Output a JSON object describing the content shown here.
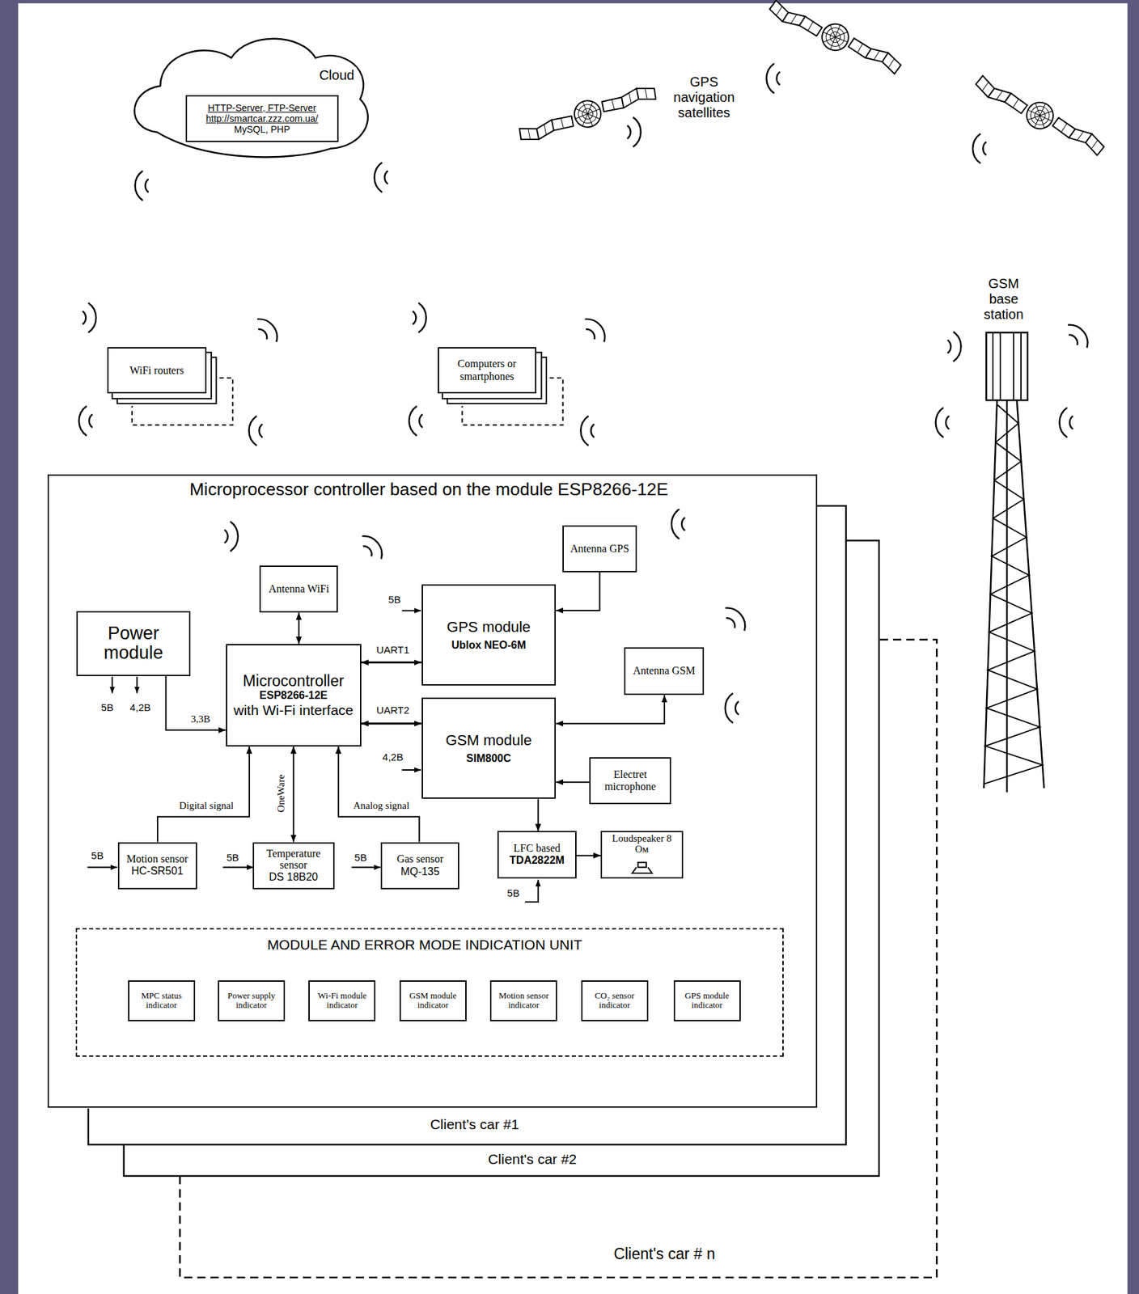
{
  "diagram": {
    "nodes": [
      {
        "text": [
          "Cloud"
        ]
      },
      {
        "text": [
          "HTTP-Server, FTP-Server",
          "http://smartcar.zzz.com.ua/",
          "MySQL, PHP"
        ],
        "in": 0
      },
      {
        "text": [
          "WiFi routers"
        ]
      },
      {
        "text": [
          "Computers or smartphones"
        ]
      },
      {
        "text": [
          "Client's car # n"
        ]
      },
      {
        "text": [
          "Client's car #2"
        ]
      },
      {
        "text": [
          "Client's car #1"
        ]
      },
      {
        "text": [
          "Microprocessor controller based on the module ESP8266-12E"
        ]
      },
      {
        "text": [
          "Antenna WiFi"
        ],
        "in": 7
      },
      {
        "text": [
          "Power module"
        ],
        "in": 7
      },
      {
        "text": [
          "Microcontroller",
          "ESP8266-12E",
          "with Wi-Fi interface"
        ],
        "in": 7
      },
      {
        "text": [
          "GPS module",
          "Ublox NEO-6M"
        ],
        "in": 7
      },
      {
        "text": [
          "Antenna GPS"
        ],
        "in": 7
      },
      {
        "text": [
          "Antenna GSM"
        ],
        "in": 7
      },
      {
        "text": [
          "GSM module",
          "SIM800C"
        ],
        "in": 7
      },
      {
        "text": [
          "Electret microphone"
        ],
        "in": 7
      },
      {
        "text": [
          "Motion sensor",
          "HC-SR501"
        ],
        "in": 7
      },
      {
        "text": [
          "Temperature sensor",
          "DS 18B20"
        ],
        "in": 7
      },
      {
        "text": [
          "Gas sensor",
          "MQ-135"
        ],
        "in": 7
      },
      {
        "text": [
          "LFC based",
          "TDA2822M"
        ],
        "in": 7
      },
      {
        "text": [
          "Loudspeaker 8 Ом"
        ],
        "in": 7
      },
      {
        "text": [
          "MODULE AND ERROR MODE INDICATION UNIT"
        ],
        "in": 7
      },
      {
        "text": [
          "MPC status indicator"
        ],
        "in": 21
      },
      {
        "text": [
          "Power supply indicator"
        ],
        "in": 21
      },
      {
        "text": [
          "Wi-Fi module indicator"
        ],
        "in": 21
      },
      {
        "text": [
          "GSM module indicator"
        ],
        "in": 21
      },
      {
        "text": [
          "Motion sensor indicator"
        ],
        "in": 21
      },
      {
        "text": [
          "CO₂ sensor indicator"
        ],
        "in": 21
      },
      {
        "text": [
          "GPS module indicator"
        ],
        "in": 21
      }
    ],
    "edges": [
      {
        "from": 8,
        "to": 10,
        "arrow": "both"
      },
      {
        "from": 9,
        "to": 10,
        "label": "3,3B",
        "arrow": "to"
      },
      {
        "from": 10,
        "to": 11,
        "label": "UART1",
        "arrow": "both"
      },
      {
        "from": 10,
        "to": 14,
        "label": "UART2",
        "arrow": "both"
      },
      {
        "from": 12,
        "to": 11,
        "arrow": "to"
      },
      {
        "from": 14,
        "to": 13,
        "arrow": "both"
      },
      {
        "from": 15,
        "to": 14,
        "arrow": "to"
      },
      {
        "from": 14,
        "to": 19,
        "arrow": "to"
      },
      {
        "from": 19,
        "to": 20,
        "arrow": "to"
      },
      {
        "from": 16,
        "to": 10,
        "label": "Digital signal",
        "arrow": "to"
      },
      {
        "from": 17,
        "to": 10,
        "label": "OneWare",
        "arrow": "both"
      },
      {
        "from": 18,
        "to": 10,
        "label": "Analog signal",
        "arrow": "to"
      }
    ],
    "labels": [
      "GPS navigation satellites",
      "GSM base station",
      "5B",
      "4,2B",
      "5B",
      "4,2B",
      "5B",
      "5B",
      "5B",
      "5B"
    ]
  }
}
